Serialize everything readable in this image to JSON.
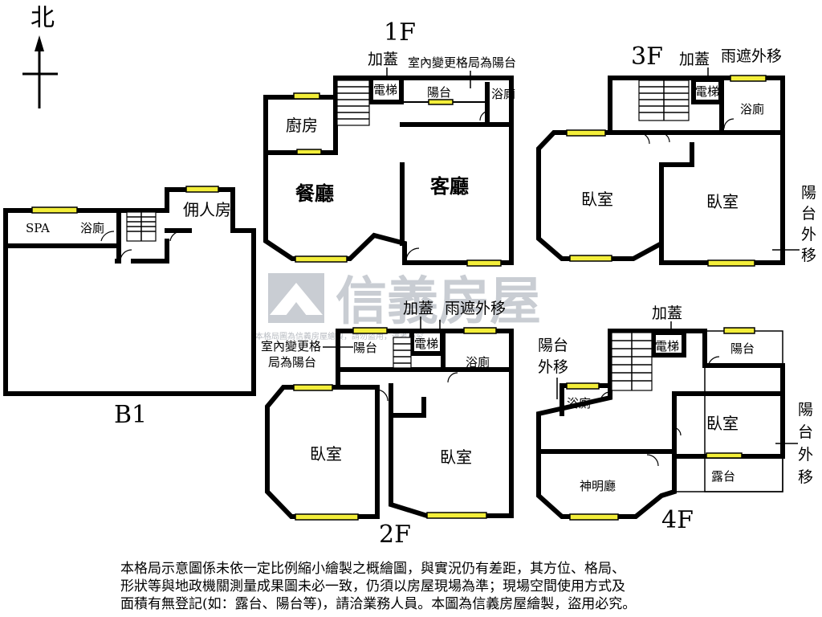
{
  "compass": {
    "label": "北"
  },
  "floors": {
    "b1": {
      "label": "B1",
      "rooms": {
        "spa": "SPA",
        "bath": "浴廁",
        "maid": "佣人房"
      }
    },
    "f1": {
      "label": "1F",
      "notes": {
        "added_roof": "加蓋",
        "changed": "室內變更格局為陽台"
      },
      "rooms": {
        "elevator": "電梯",
        "balcony": "陽台",
        "bath": "浴廁",
        "kitchen": "廚房",
        "dining": "餐廳",
        "living": "客廳"
      }
    },
    "f2": {
      "label": "2F",
      "notes": {
        "added_roof": "加蓋",
        "awning": "雨遮外移",
        "changed_line1": "室內變更格",
        "changed_line2": "局為陽台"
      },
      "rooms": {
        "balcony": "陽台",
        "elevator": "電梯",
        "bath": "浴廁",
        "bedroom1": "臥室",
        "bedroom2": "臥室"
      }
    },
    "f3": {
      "label": "3F",
      "notes": {
        "added_roof": "加蓋",
        "awning": "雨遮外移",
        "balcony_moved": [
          "陽",
          "台",
          "外",
          "移"
        ]
      },
      "rooms": {
        "elevator": "電梯",
        "bath": "浴廁",
        "bedroom1": "臥室",
        "bedroom2": "臥室"
      }
    },
    "f4": {
      "label": "4F",
      "notes": {
        "added_roof": "加蓋",
        "balcony_moved_left": [
          "陽台",
          "外移"
        ],
        "balcony_moved_right": [
          "陽",
          "台",
          "外",
          "移"
        ]
      },
      "rooms": {
        "elevator": "電梯",
        "balcony": "陽台",
        "bath": "浴廁",
        "bedroom": "臥室",
        "shrine": "神明廳",
        "terrace": "露台"
      }
    }
  },
  "watermark": {
    "brand": "信義房屋",
    "notice": "本格局圖為信義房屋繪製，請勿盜用，違者必究"
  },
  "disclaimer": [
    "本格局示意圖係未依一定比例縮小繪製之概繪圖，與實況仍有差距，其方位、格局、",
    "形狀等與地政機關測量成果圖未必一致，仍須以房屋現場為準；現場空間使用方式及",
    "面積有無登記(如：露台、陽台等)，請洽業務人員。本圖為信義房屋繪製，盜用必究。"
  ],
  "colors": {
    "window": "#f3ee3a",
    "wall": "#000000",
    "watermark": "#c9cdd3"
  }
}
